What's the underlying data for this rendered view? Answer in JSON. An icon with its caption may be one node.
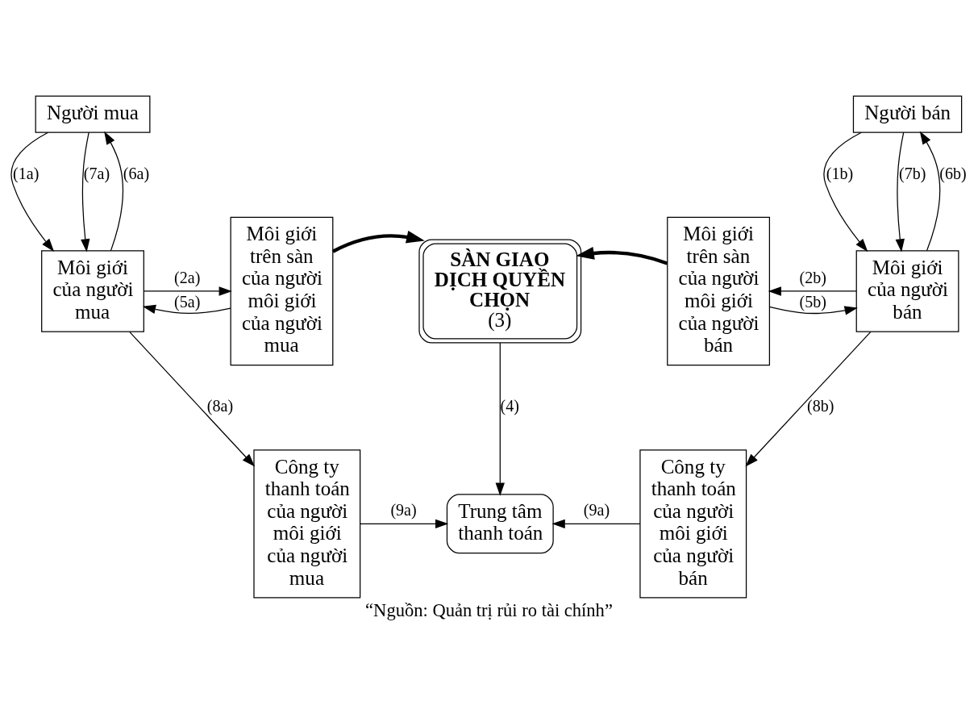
{
  "diagram": {
    "caption": "“Nguồn: Quản trị rủi ro tài chính”",
    "nodes": [
      {
        "text": [
          "Người mua"
        ]
      },
      {
        "text": [
          "Môi giới của người mua"
        ]
      },
      {
        "text": [
          "Môi giới trên sàn của người môi giới của người mua"
        ]
      },
      {
        "text": [
          "SÀN GIAO DỊCH QUYỀN CHỌN",
          "(3)"
        ]
      },
      {
        "text": [
          "Môi giới trên sàn của người môi giới của người bán"
        ]
      },
      {
        "text": [
          "Người bán"
        ]
      },
      {
        "text": [
          "Môi giới của người bán"
        ]
      },
      {
        "text": [
          "Công ty thanh toán của người môi giới của người mua"
        ]
      },
      {
        "text": [
          "Trung tâm thanh toán"
        ]
      },
      {
        "text": [
          "Công ty thanh toán của người môi giới của người bán"
        ]
      }
    ],
    "edges": [
      {
        "from": 0,
        "to": 1,
        "arrow": "to",
        "label": "(1a)"
      },
      {
        "from": 1,
        "to": 0,
        "arrow": "to",
        "label": "(6a)"
      },
      {
        "from": 0,
        "to": 1,
        "arrow": "to",
        "label": "(7a)"
      },
      {
        "from": 1,
        "to": 2,
        "arrow": "to",
        "label": "(2a)"
      },
      {
        "from": 2,
        "to": 1,
        "arrow": "to",
        "label": "(5a)"
      },
      {
        "from": 2,
        "to": 3,
        "arrow": "to",
        "style": "thick"
      },
      {
        "from": 4,
        "to": 3,
        "arrow": "to",
        "style": "thick"
      },
      {
        "from": 5,
        "to": 6,
        "arrow": "to",
        "label": "(1b)"
      },
      {
        "from": 6,
        "to": 5,
        "arrow": "to",
        "label": "(6b)"
      },
      {
        "from": 5,
        "to": 6,
        "arrow": "to",
        "label": "(7b)"
      },
      {
        "from": 6,
        "to": 4,
        "arrow": "to",
        "label": "(2b)"
      },
      {
        "from": 4,
        "to": 6,
        "arrow": "to",
        "label": "(5b)"
      },
      {
        "from": 1,
        "to": 7,
        "arrow": "to",
        "label": "(8a)"
      },
      {
        "from": 3,
        "to": 8,
        "arrow": "to",
        "label": "(4)"
      },
      {
        "from": 6,
        "to": 9,
        "arrow": "to",
        "label": "(8b)"
      },
      {
        "from": 7,
        "to": 8,
        "arrow": "to",
        "label": "(9a)"
      },
      {
        "from": 9,
        "to": 8,
        "arrow": "to",
        "label": "(9a)"
      }
    ]
  }
}
